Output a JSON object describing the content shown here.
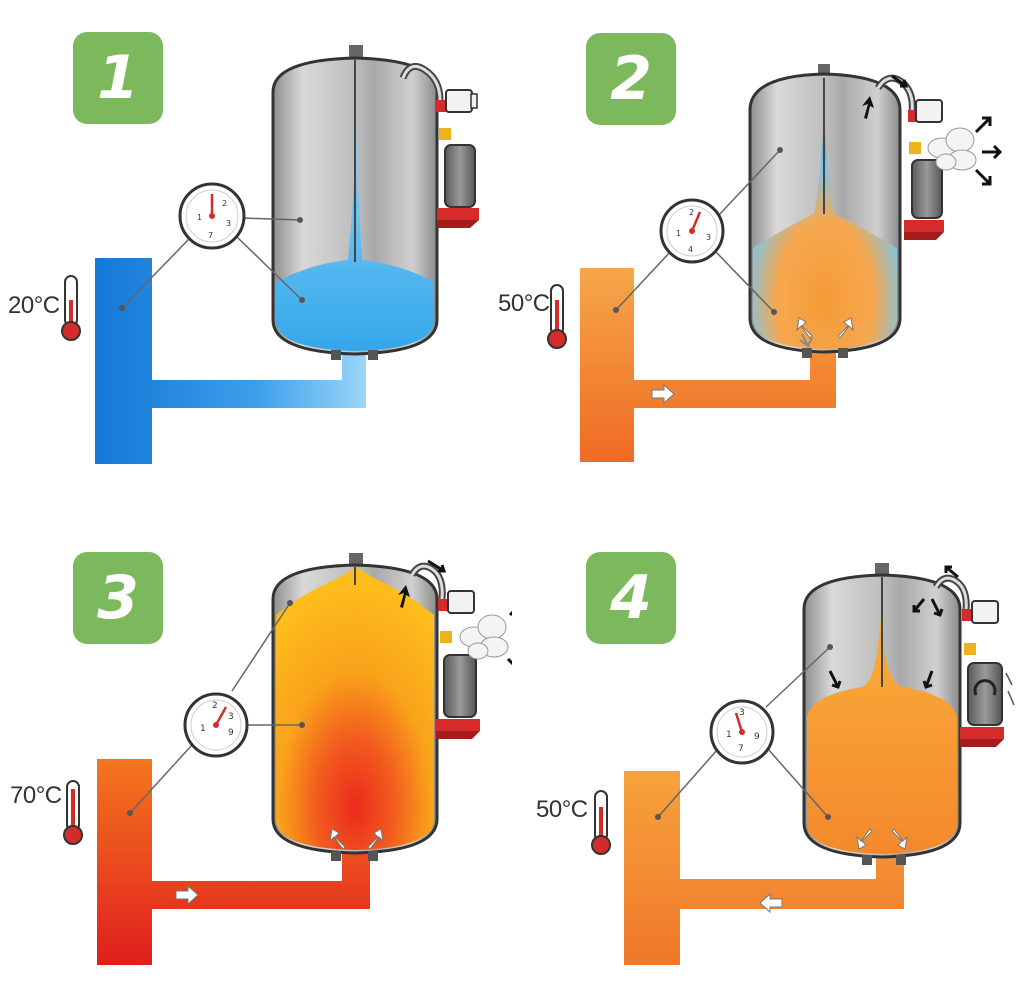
{
  "colors": {
    "badge": "#7cb95c",
    "cold_water": "#1a8ae0",
    "warm_water": "#f58a30",
    "hot_water": "#ee3a22",
    "tank_steel": "#b3b3b3",
    "valve_red": "#d52b2b"
  },
  "panels": [
    {
      "step": "1",
      "temperature": "20°C",
      "water_state": "cold",
      "gauge_scale": [
        "1",
        "2",
        "3",
        "7"
      ]
    },
    {
      "step": "2",
      "temperature": "50°C",
      "water_state": "warm",
      "gauge_scale": [
        "1",
        "2",
        "3",
        "4"
      ]
    },
    {
      "step": "3",
      "temperature": "70°C",
      "water_state": "hot",
      "gauge_scale": [
        "1",
        "2",
        "3",
        "9"
      ]
    },
    {
      "step": "4",
      "temperature": "50°C",
      "water_state": "cooling",
      "gauge_scale": [
        "1",
        "3",
        "7",
        "9"
      ]
    }
  ]
}
